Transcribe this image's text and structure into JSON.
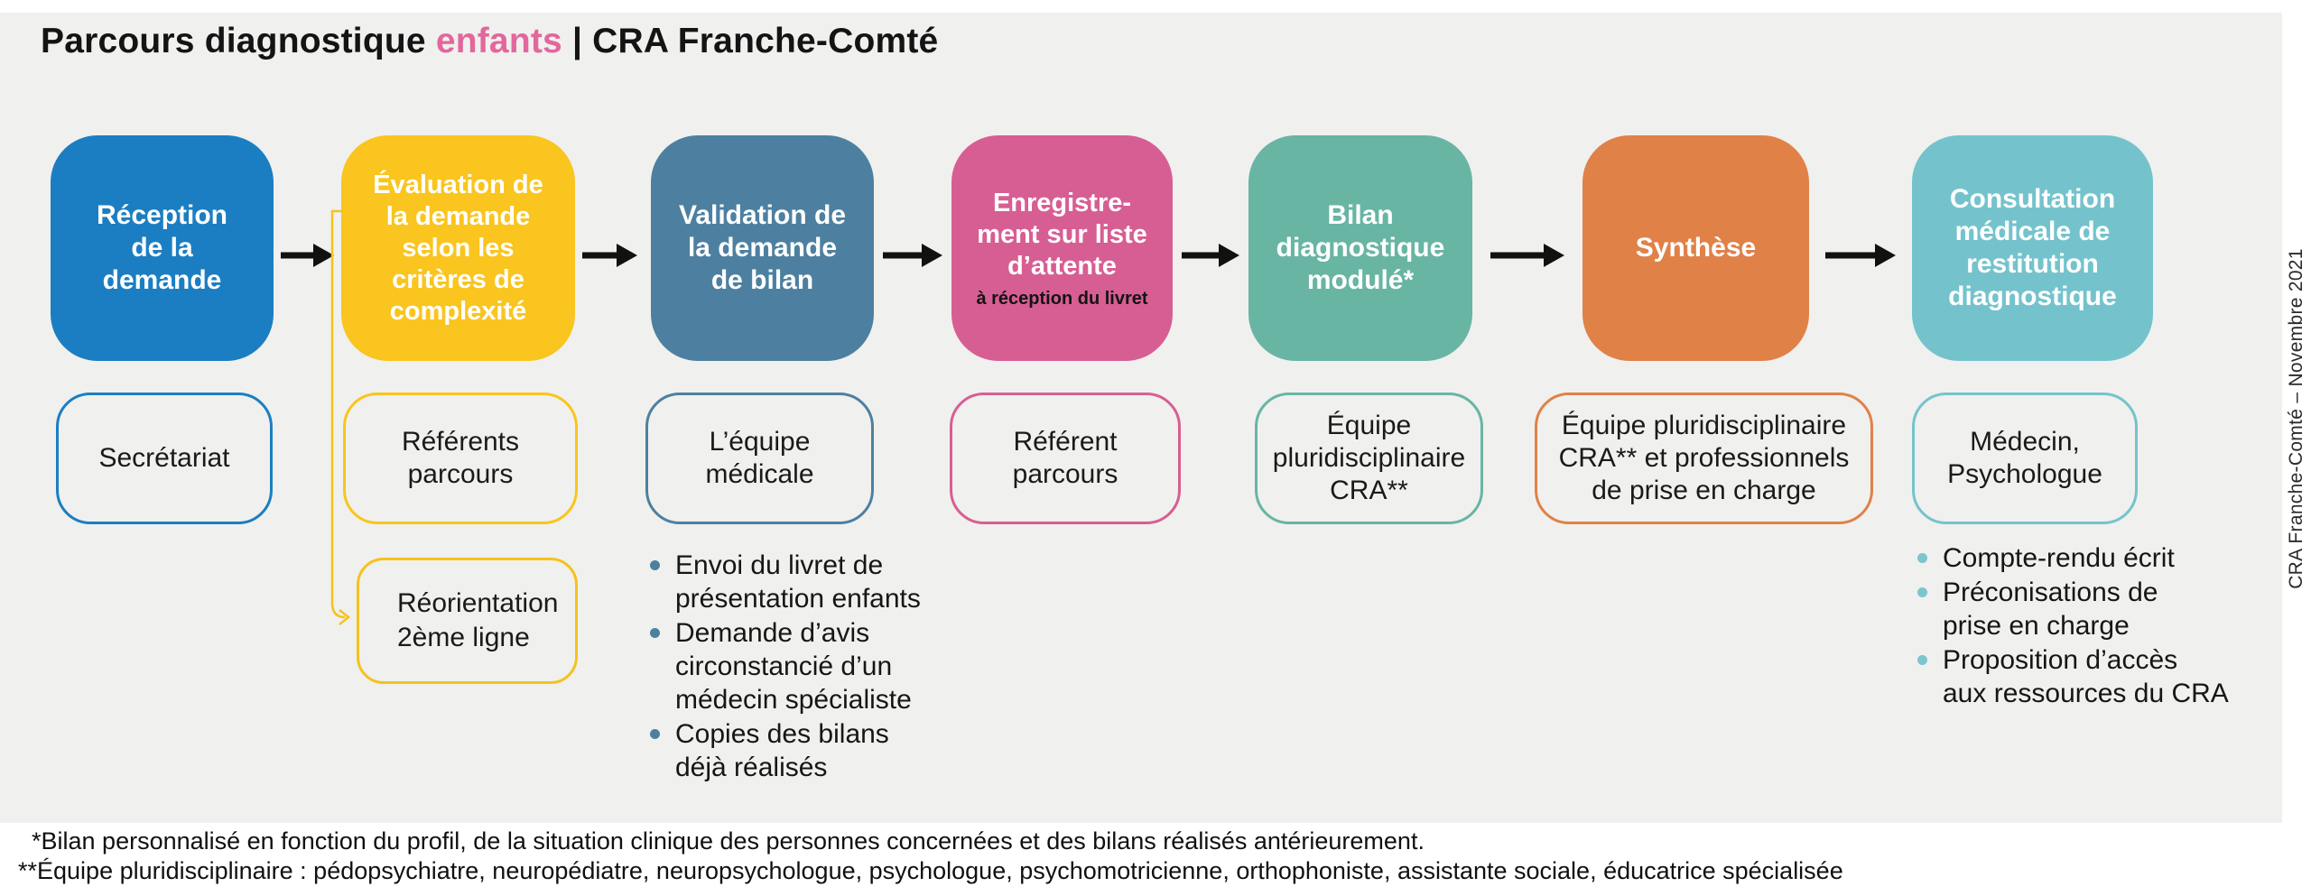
{
  "title": {
    "prefix": "Parcours diagnostique ",
    "highlight": "enfants",
    "suffix": " | CRA Franche-Comté",
    "highlight_color": "#e2679d"
  },
  "palette": {
    "background_panel": "#f0f0ee",
    "page": "#ffffff",
    "arrow": "#111111",
    "connector_yellow": "#f5c21c"
  },
  "steps": [
    {
      "label": "Réception\nde la\ndemande",
      "color": "#1b7ec2",
      "actor": "Secrétariat"
    },
    {
      "label": "Évaluation de\nla demande\nselon les\ncritères de\ncomplexité",
      "color": "#f9c51e",
      "actor": "Référents\nparcours"
    },
    {
      "label": "Validation de\nla demande\nde bilan",
      "color": "#4d80a0",
      "actor": "L’équipe\nmédicale"
    },
    {
      "label": "Enregistre-\nment sur liste\nd’attente",
      "sub_label": "à réception du livret",
      "color": "#d75e93",
      "actor": "Référent\nparcours"
    },
    {
      "label": "Bilan\ndiagnostique\nmodulé*",
      "color": "#68b5a4",
      "actor": "Équipe\npluridisciplinaire\nCRA**"
    },
    {
      "label": "Synthèse",
      "color": "#e08148",
      "actor": "Équipe pluridisciplinaire\nCRA** et professionnels\nde prise en charge"
    },
    {
      "label": "Consultation\nmédicale de\nrestitution\ndiagnostique",
      "color": "#74c3cc",
      "actor": "Médecin,\nPsychologue"
    }
  ],
  "reorientation": {
    "label": "Réorientation\n2ème ligne",
    "color": "#f5c21c"
  },
  "lists": {
    "medicale": {
      "dot_color": "#4c80a1",
      "items": [
        "Envoi du livret de\nprésentation enfants",
        "Demande d’avis\ncirconstancié d’un\nmédecin spécialiste",
        "Copies des bilans\ndéjà réalisés"
      ]
    },
    "restitution": {
      "dot_color": "#7cc5cd",
      "items": [
        "Compte-rendu écrit",
        "Préconisations de\nprise en charge",
        "Proposition d’accès\naux ressources du CRA"
      ]
    }
  },
  "footnotes": [
    "*Bilan personnalisé en fonction du profil, de la situation clinique des personnes concernées et des bilans réalisés antérieurement.",
    "**Équipe pluridisciplinaire : pédopsychiatre, neuropédiatre, neuropsychologue, psychologue, psychomotricienne, orthophoniste, assistante sociale, éducatrice spécialisée"
  ],
  "credit": "CRA Franche-Comté – Novembre 2021"
}
